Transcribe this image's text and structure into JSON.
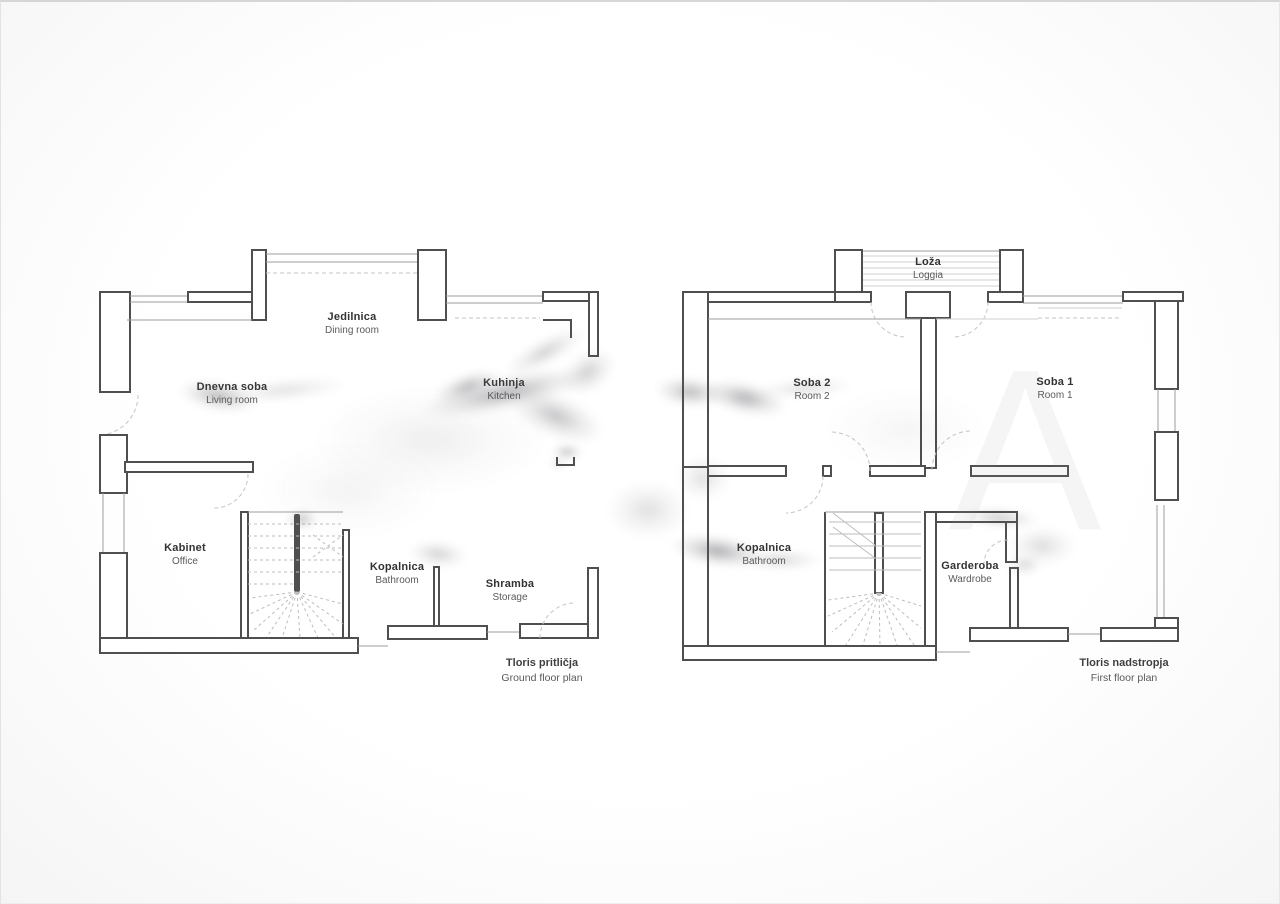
{
  "sheet": {
    "watermark": "A",
    "plans": [
      {
        "id": "ground-floor",
        "caption": {
          "title": "Tloris pritličja",
          "subtitle": "Ground floor plan"
        },
        "rooms": [
          {
            "name": "Jedilnica",
            "translation": "Dining room"
          },
          {
            "name": "Dnevna soba",
            "translation": "Living room"
          },
          {
            "name": "Kuhinja",
            "translation": "Kitchen"
          },
          {
            "name": "Kabinet",
            "translation": "Office"
          },
          {
            "name": "Kopalnica",
            "translation": "Bathroom"
          },
          {
            "name": "Shramba",
            "translation": "Storage"
          }
        ]
      },
      {
        "id": "first-floor",
        "caption": {
          "title": "Tloris nadstropja",
          "subtitle": "First floor plan"
        },
        "rooms": [
          {
            "name": "Loža",
            "translation": "Loggia"
          },
          {
            "name": "Soba 2",
            "translation": "Room 2"
          },
          {
            "name": "Soba 1",
            "translation": "Room 1"
          },
          {
            "name": "Kopalnica",
            "translation": "Bathroom"
          },
          {
            "name": "Garderoba",
            "translation": "Wardrobe"
          }
        ]
      }
    ]
  },
  "colors": {
    "wall": "#4f4f4f",
    "thin": "#9e9ea2",
    "hatch": "#cfcfcf",
    "dash": "#c4c4c4",
    "tread": "#bdbdbd",
    "label": "#333333",
    "label2": "#5a5a5a",
    "caption": "#3f3f3f"
  }
}
